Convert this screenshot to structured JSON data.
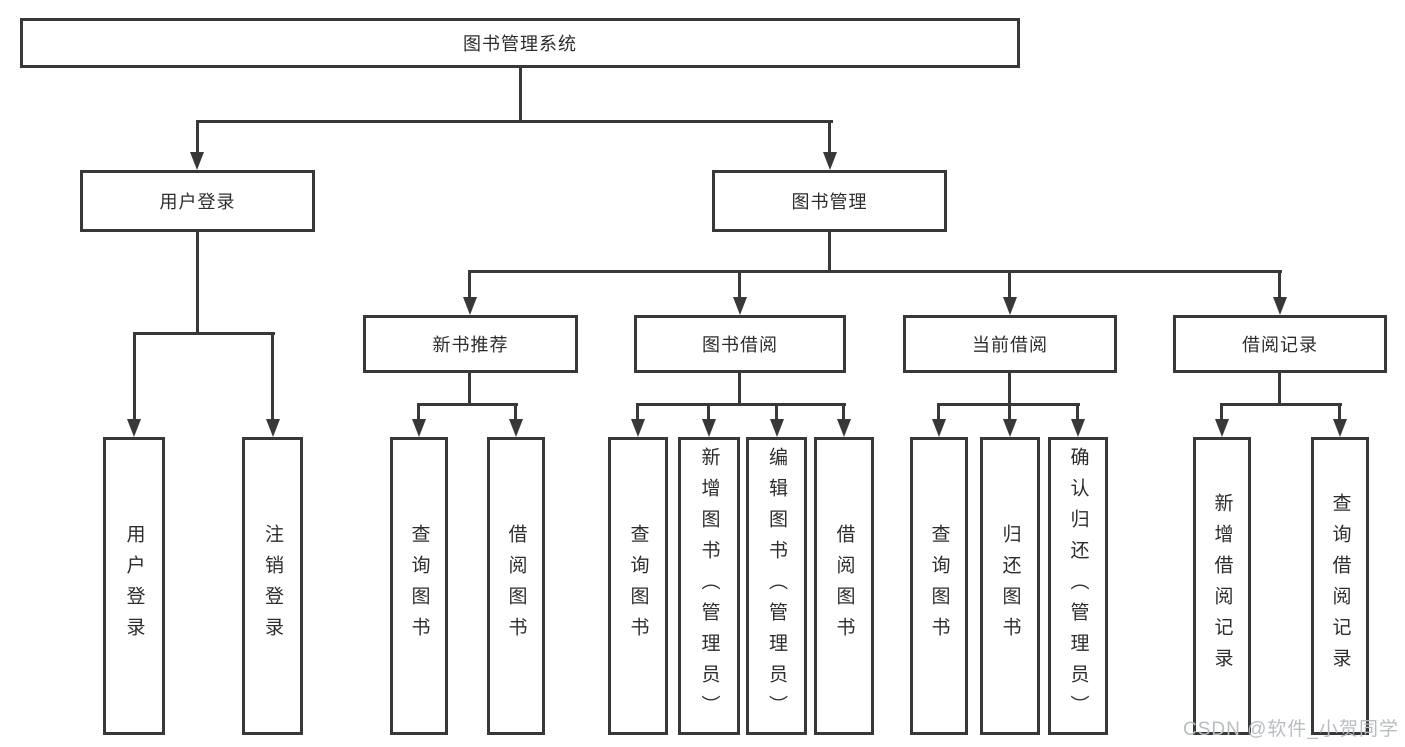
{
  "root": "图书管理系统",
  "nodes": {
    "user_login": "用户登录",
    "book_mgmt": "图书管理",
    "new_books": "新书推荐",
    "book_borrow": "图书借阅",
    "current_borrow": "当前借阅",
    "borrow_records": "借阅记录"
  },
  "leaves": {
    "user_login": [
      "用户登录",
      "注销登录"
    ],
    "new_books": [
      "查询图书",
      "借阅图书"
    ],
    "book_borrow": [
      "查询图书",
      "新增图书（管理员）",
      "编辑图书（管理员）",
      "借阅图书"
    ],
    "current_borrow": [
      "查询图书",
      "归还图书",
      "确认归还（管理员）"
    ],
    "borrow_records": [
      "新增借阅记录",
      "查询借阅记录"
    ]
  },
  "watermark": "CSDN @软件_小贺同学",
  "colors": {
    "line": "#383838",
    "text": "#2d2d2d",
    "watermark": "#b9bdc1",
    "background": "#ffffff"
  }
}
